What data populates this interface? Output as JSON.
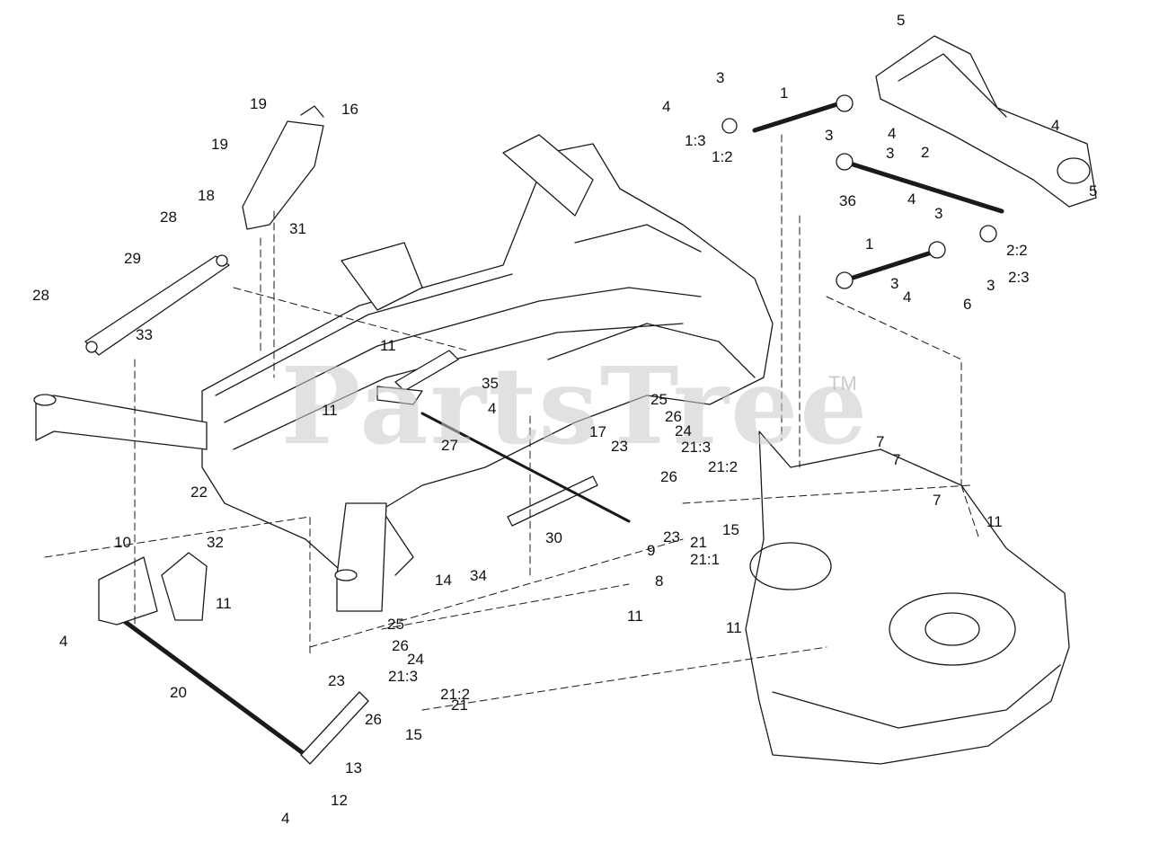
{
  "watermark": {
    "text": "PartsTree",
    "trademark": "TM"
  },
  "colors": {
    "line": "#1a1a1a",
    "fill": "#ffffff",
    "watermark": "#c8c8c8"
  },
  "callouts": [
    "1",
    "1",
    "1:2",
    "1:3",
    "2",
    "2:2",
    "2:3",
    "3",
    "3",
    "3",
    "3",
    "3",
    "3",
    "4",
    "4",
    "4",
    "4",
    "4",
    "4",
    "4",
    "4",
    "5",
    "5",
    "6",
    "7",
    "7",
    "7",
    "8",
    "9",
    "10",
    "11",
    "11",
    "11",
    "11",
    "11",
    "11",
    "12",
    "13",
    "14",
    "15",
    "15",
    "16",
    "17",
    "18",
    "19",
    "19",
    "20",
    "21",
    "21",
    "21:1",
    "21:2",
    "21:2",
    "21:3",
    "21:3",
    "22",
    "23",
    "23",
    "23",
    "24",
    "24",
    "25",
    "25",
    "26",
    "26",
    "26",
    "26",
    "27",
    "28",
    "28",
    "29",
    "30",
    "31",
    "32",
    "33",
    "34",
    "35",
    "36"
  ]
}
